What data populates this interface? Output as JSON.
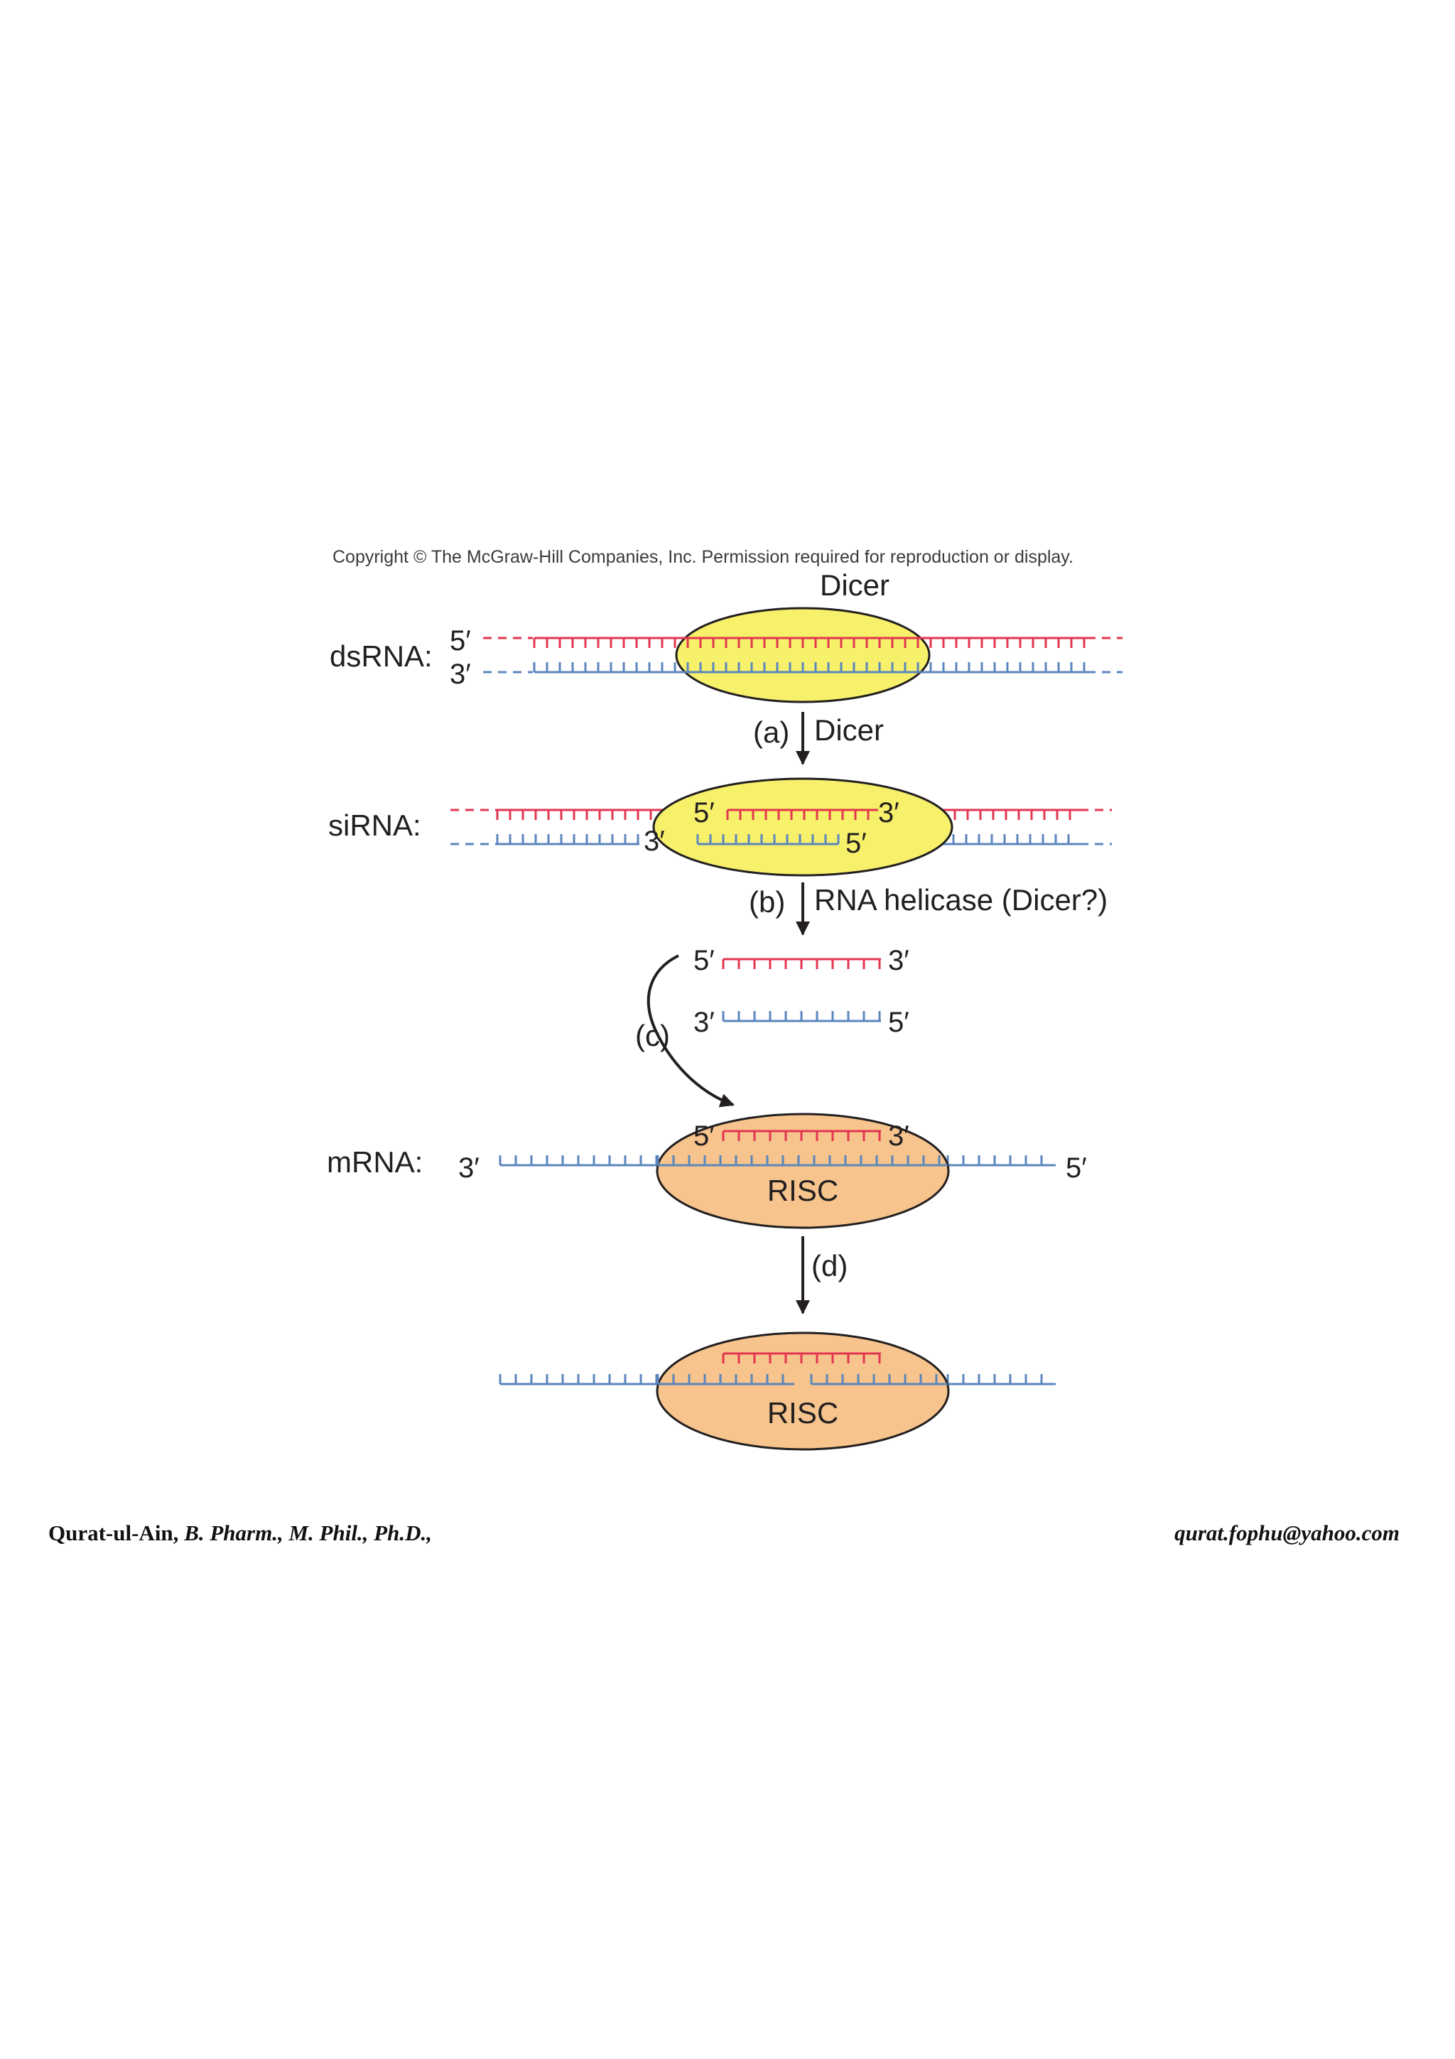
{
  "copyright": "Copyright © The McGraw-Hill Companies, Inc. Permission required for reproduction or display.",
  "colors": {
    "red_strand": "#e3354f",
    "blue_strand": "#5b86bd",
    "dicer_fill": "#f6f06a",
    "risc_fill": "#f6c48c",
    "outline": "#231f20"
  },
  "stages": {
    "dsrna": {
      "label": "dsRNA:",
      "top_end": "5′",
      "bottom_end": "3′",
      "enzyme": "Dicer"
    },
    "sirna": {
      "label": "siRNA:",
      "top_left": "5′",
      "top_right": "3′",
      "bottom_left": "3′",
      "bottom_right": "5′"
    },
    "separated": {
      "guide_left": "5′",
      "guide_right": "3′",
      "passenger_left": "3′",
      "passenger_right": "5′"
    },
    "mrna": {
      "label": "mRNA:",
      "left_end": "3′",
      "right_end": "5′",
      "guide_left": "5′",
      "guide_right": "3′",
      "complex": "RISC"
    },
    "cleaved": {
      "complex": "RISC"
    }
  },
  "steps": {
    "a": {
      "tag": "(a)",
      "text": "Dicer"
    },
    "b": {
      "tag": "(b)",
      "text": "RNA helicase (Dicer?)"
    },
    "c": {
      "tag": "(c)"
    },
    "d": {
      "tag": "(d)"
    }
  },
  "footer": {
    "author": "Qurat-ul-Ain,",
    "credentials": "B. Pharm., M. Phil., Ph.D.,",
    "email": "qurat.fophu@yahoo.com"
  }
}
